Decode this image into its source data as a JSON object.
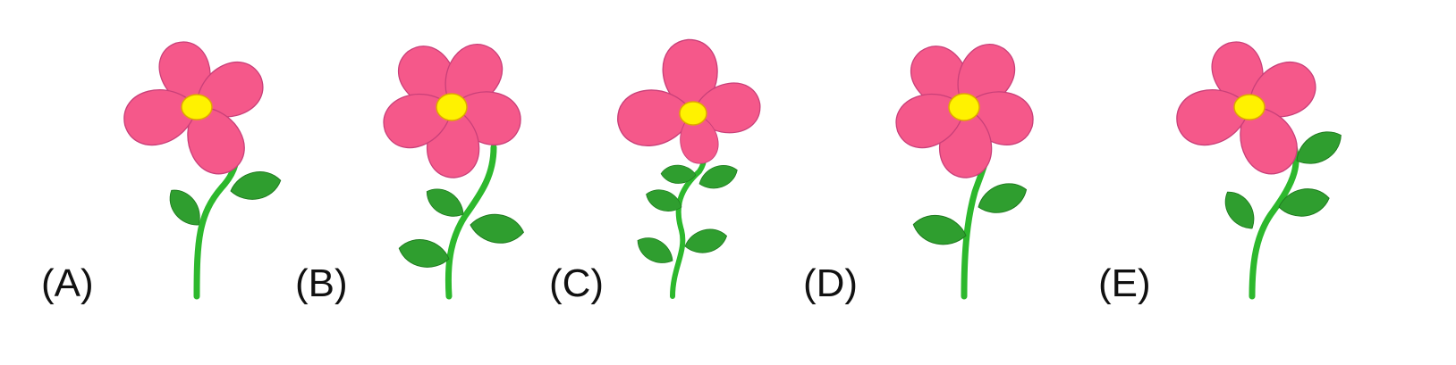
{
  "options": [
    {
      "label": "(A)",
      "variant": "four-petal-curved-stem-two-leaves"
    },
    {
      "label": "(B)",
      "variant": "five-petal-curved-stem-three-leaves"
    },
    {
      "label": "(C)",
      "variant": "four-petal-wavy-stem-four-leaves"
    },
    {
      "label": "(D)",
      "variant": "five-petal-straight-stem-two-leaves"
    },
    {
      "label": "(E)",
      "variant": "four-petal-curved-stem-three-leaves"
    }
  ],
  "colors": {
    "petal": "#f5588a",
    "petal_outline": "#c94079",
    "center": "#fff200",
    "center_outline": "#e0a800",
    "stem": "#2db82d",
    "leaf": "#2f9e2f",
    "leaf_highlight": "#9be37a",
    "label": "#111111"
  }
}
